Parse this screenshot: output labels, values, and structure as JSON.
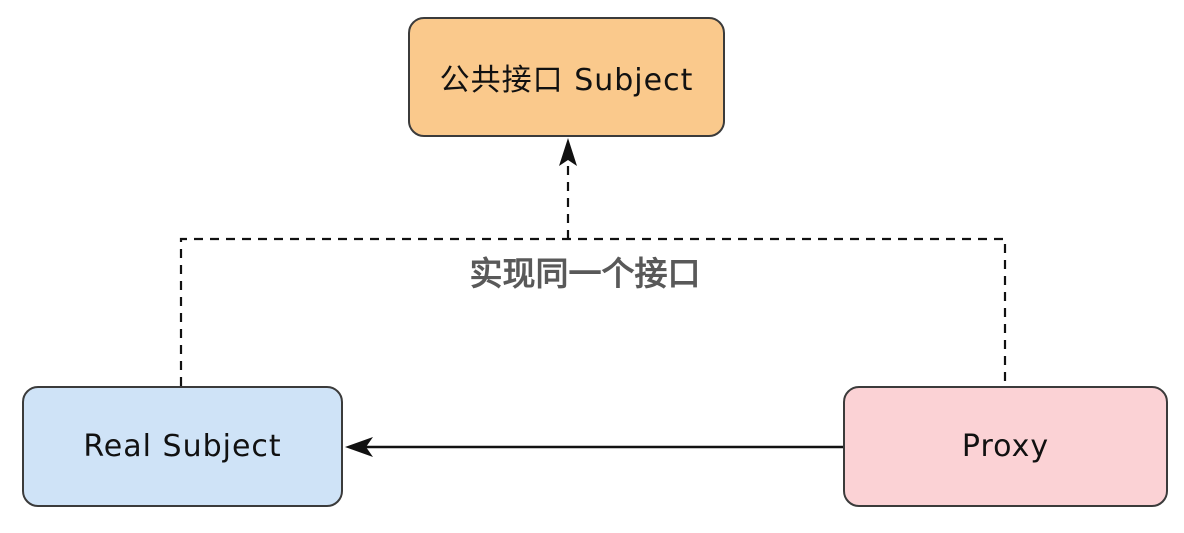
{
  "diagram": {
    "pattern": "proxy-pattern",
    "nodes": {
      "subject": {
        "label": "公共接口 Subject",
        "fill": "#FAC98C",
        "border": "#3B3B3B"
      },
      "real_subject": {
        "label": "Real Subject",
        "fill": "#CFE3F7",
        "border": "#3B3B3B"
      },
      "proxy": {
        "label": "Proxy",
        "fill": "#FBD2D5",
        "border": "#3B3B3B"
      }
    },
    "edges": {
      "implements": {
        "label": "实现同一个接口",
        "label_color": "#595959",
        "style": "dashed",
        "from": [
          "real_subject",
          "proxy"
        ],
        "to": "subject"
      },
      "delegates": {
        "style": "solid",
        "from": "proxy",
        "to": "real_subject"
      }
    },
    "line_color": "#111111",
    "background": "#FFFFFF"
  }
}
